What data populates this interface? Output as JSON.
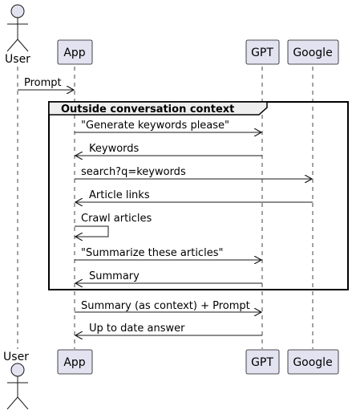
{
  "participants": [
    {
      "id": "user",
      "label": "User",
      "kind": "actor"
    },
    {
      "id": "app",
      "label": "App",
      "kind": "participant"
    },
    {
      "id": "gpt",
      "label": "GPT",
      "kind": "participant"
    },
    {
      "id": "google",
      "label": "Google",
      "kind": "participant"
    }
  ],
  "messages": [
    {
      "from": "user",
      "to": "app",
      "label": "Prompt"
    },
    {
      "from": "app",
      "to": "gpt",
      "label": "\"Generate keywords please\""
    },
    {
      "from": "gpt",
      "to": "app",
      "label": "Keywords"
    },
    {
      "from": "app",
      "to": "google",
      "label": "search?q=keywords"
    },
    {
      "from": "google",
      "to": "app",
      "label": "Article links"
    },
    {
      "from": "app",
      "to": "app",
      "label": "Crawl articles"
    },
    {
      "from": "app",
      "to": "gpt",
      "label": "\"Summarize these articles\""
    },
    {
      "from": "gpt",
      "to": "app",
      "label": "Summary"
    },
    {
      "from": "app",
      "to": "gpt",
      "label": "Summary (as context) + Prompt"
    },
    {
      "from": "gpt",
      "to": "app",
      "label": "Up to date answer"
    }
  ],
  "group": {
    "title": "Outside conversation context"
  },
  "colors": {
    "participant_fill": "#E2E2F0",
    "participant_stroke": "#181818",
    "lifeline": "#181818",
    "group_header_fill": "#EEEEEE"
  }
}
